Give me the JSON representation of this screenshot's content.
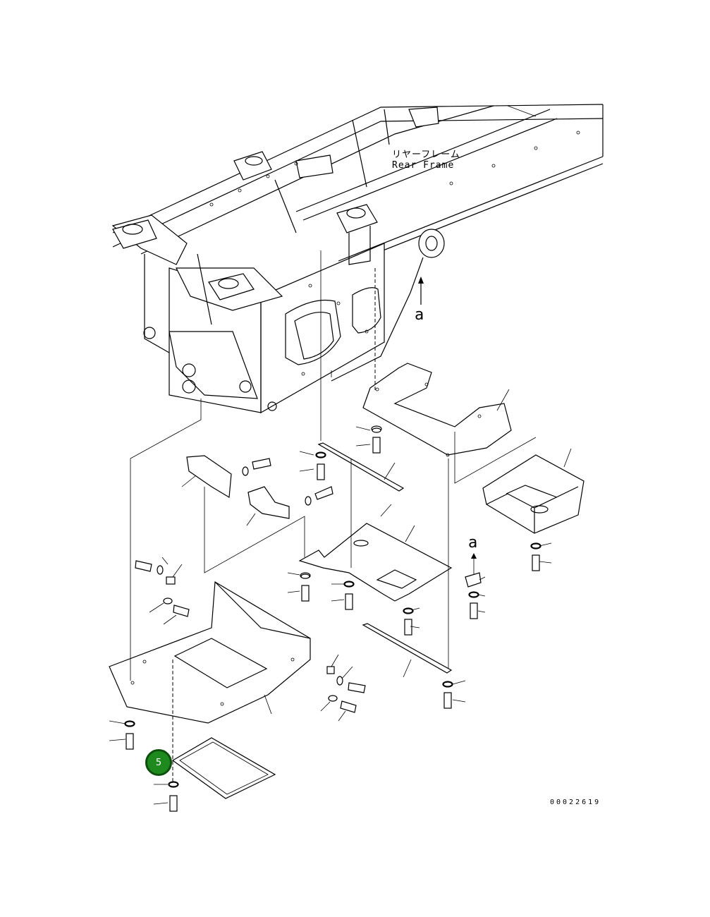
{
  "diagram": {
    "frame_label_jp": "リヤーフレーム",
    "frame_label_en": "Rear Frame",
    "view_marker_upper": "a",
    "view_marker_lower": "a",
    "drawing_number": "00022619",
    "callout": {
      "label": "5",
      "color": "#1e8a1e"
    }
  }
}
